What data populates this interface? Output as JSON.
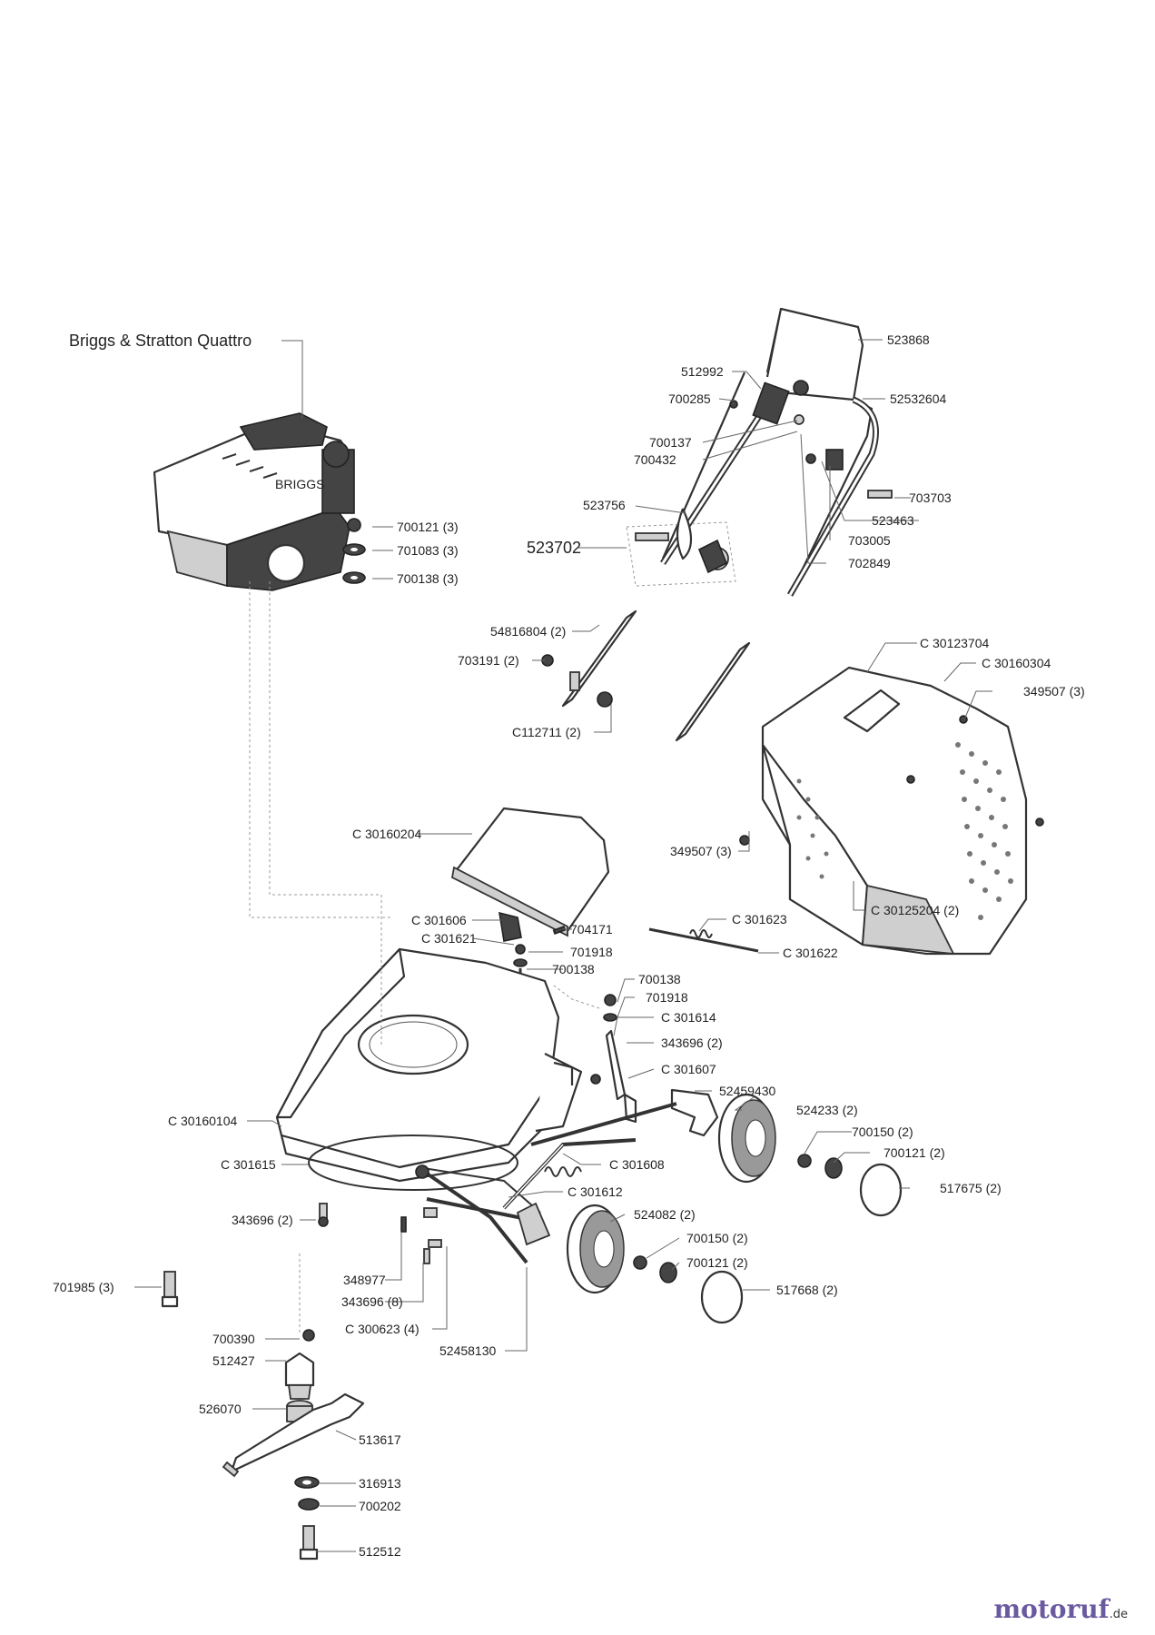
{
  "engine_title": "Briggs & Stratton Quattro",
  "brand": {
    "name": "motoruf",
    "tld": ".de",
    "color": "#6b5aa0"
  },
  "labels": {
    "p523868": "523868",
    "p512992": "512992",
    "p52532604": "52532604",
    "p700285": "700285",
    "p700137": "700137",
    "p700432": "700432",
    "p703703": "703703",
    "p523756": "523756",
    "p523463": "523463",
    "p523702": "523702",
    "p703005": "703005",
    "p702849": "702849",
    "p700121_3": "700121 (3)",
    "p701083_3": "701083 (3)",
    "p700138_3": "700138 (3)",
    "p54816804": "54816804 (2)",
    "p703191": "703191 (2)",
    "pC112711": "C112711 (2)",
    "pC30123704": "C 30123704",
    "pC30160304": "C 30160304",
    "p349507a": "349507 (3)",
    "p349507b": "349507 (3)",
    "pC30125204": "C 30125204 (2)",
    "pC30160204": "C 30160204",
    "pC301606": "C 301606",
    "pC301621": "C 301621",
    "p704171": "704171",
    "p701918a": "701918",
    "p700138a": "700138",
    "pC301623": "C 301623",
    "pC301622": "C 301622",
    "p700138b": "700138",
    "p701918b": "701918",
    "pC301614": "C 301614",
    "p343696_2a": "343696 (2)",
    "pC301607": "C 301607",
    "p52459430": "52459430",
    "p524233": "524233 (2)",
    "pC30160104": "C 30160104",
    "p700150a": "700150 (2)",
    "p700121a": "700121 (2)",
    "pC301615": "C 301615",
    "pC301608": "C 301608",
    "p517675": "517675 (2)",
    "pC301612": "C 301612",
    "p343696_2b": "343696 (2)",
    "p524082": "524082 (2)",
    "p700150b": "700150 (2)",
    "p701985": "701985 (3)",
    "p348977": "348977",
    "p700121b": "700121 (2)",
    "p343696_8": "343696 (8)",
    "p517668": "517668 (2)",
    "pC300623": "C 300623 (4)",
    "p700390": "700390",
    "p52458130": "52458130",
    "p512427": "512427",
    "p526070": "526070",
    "p513617": "513617",
    "p316913": "316913",
    "p700202": "700202",
    "p512512": "512512"
  }
}
